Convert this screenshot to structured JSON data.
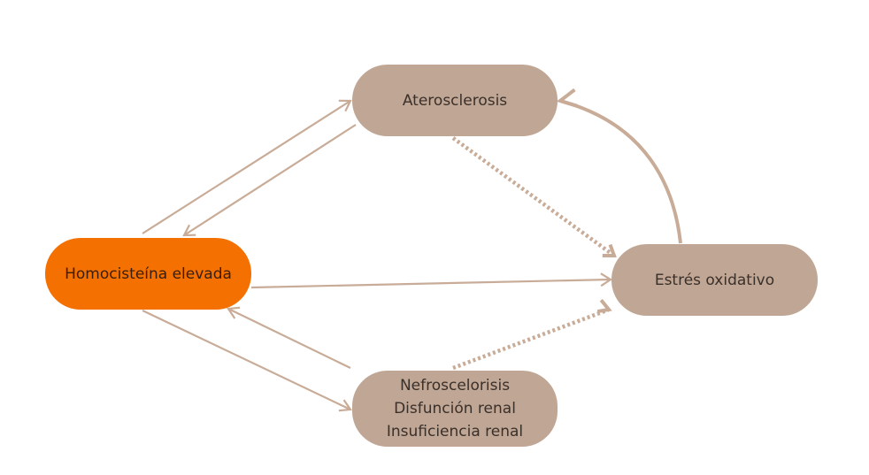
{
  "colors": {
    "primary_node": "#f47000",
    "secondary_node": "#c0a694",
    "arrow": "#c9ac98",
    "text": "#3a302a"
  },
  "nodes": {
    "homocisteina": {
      "lines": [
        "Homocisteína elevada"
      ]
    },
    "aterosclerosis": {
      "lines": [
        "Aterosclerosis"
      ]
    },
    "estres": {
      "lines": [
        "Estrés oxidativo"
      ]
    },
    "nefro": {
      "lines": [
        "Nefroscelorisis",
        "Disfunción renal",
        "Insuficiencia renal"
      ]
    }
  },
  "edges": [
    {
      "from": "homocisteina",
      "to": "aterosclerosis",
      "style": "solid"
    },
    {
      "from": "aterosclerosis",
      "to": "homocisteina",
      "style": "solid"
    },
    {
      "from": "homocisteina",
      "to": "estres",
      "style": "solid"
    },
    {
      "from": "homocisteina",
      "to": "nefro",
      "style": "solid"
    },
    {
      "from": "nefro",
      "to": "homocisteina",
      "style": "solid"
    },
    {
      "from": "aterosclerosis",
      "to": "estres",
      "style": "dotted"
    },
    {
      "from": "nefro",
      "to": "estres",
      "style": "dotted"
    },
    {
      "from": "estres",
      "to": "aterosclerosis",
      "style": "curved"
    }
  ]
}
